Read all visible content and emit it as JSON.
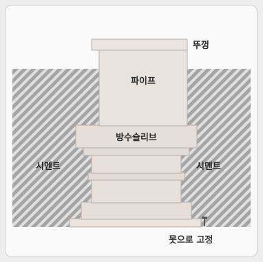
{
  "labels": {
    "cap": "뚜껑",
    "pipe": "파이프",
    "sleeve": "방수슬리브",
    "cement_left": "시멘트",
    "cement_right": "시멘트",
    "nail_fix": "못으로 고정"
  },
  "colors": {
    "cement_hatch_light": "#d7d7d7",
    "cement_hatch_dark": "#9e9e9e",
    "pipe_fill": "#e9e3de",
    "sleeve_fill": "#e6ded8",
    "outline": "#b8aca5"
  }
}
